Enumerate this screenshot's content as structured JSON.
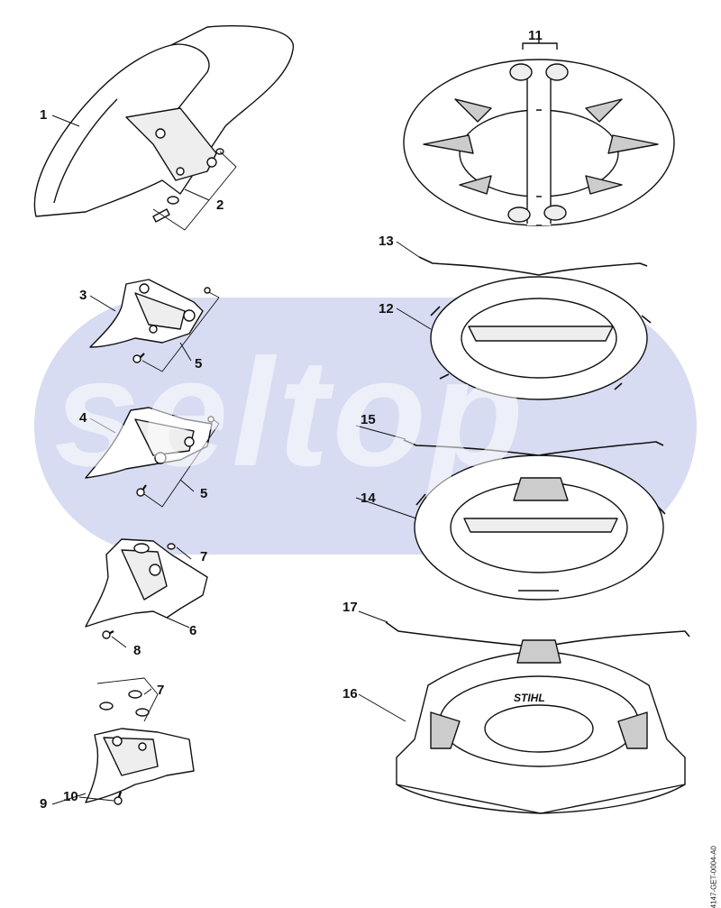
{
  "diagram": {
    "watermark": "seltop",
    "document_id": "4147-GET-0004-A0",
    "brand_marking": "STIHL",
    "colors": {
      "watermark_band": "#d8dcf2",
      "line": "#111111",
      "part_fill": "#ffffff",
      "shade": "#e6e6e6"
    },
    "callouts": {
      "c1": "1",
      "c2": "2",
      "c3": "3",
      "c4": "4",
      "c5a": "5",
      "c5b": "5",
      "c6": "6",
      "c7a": "7",
      "c7b": "7",
      "c8": "8",
      "c9": "9",
      "c10": "10",
      "c11": "11",
      "c12": "12",
      "c13": "13",
      "c14": "14",
      "c15": "15",
      "c16": "16",
      "c17": "17"
    }
  }
}
